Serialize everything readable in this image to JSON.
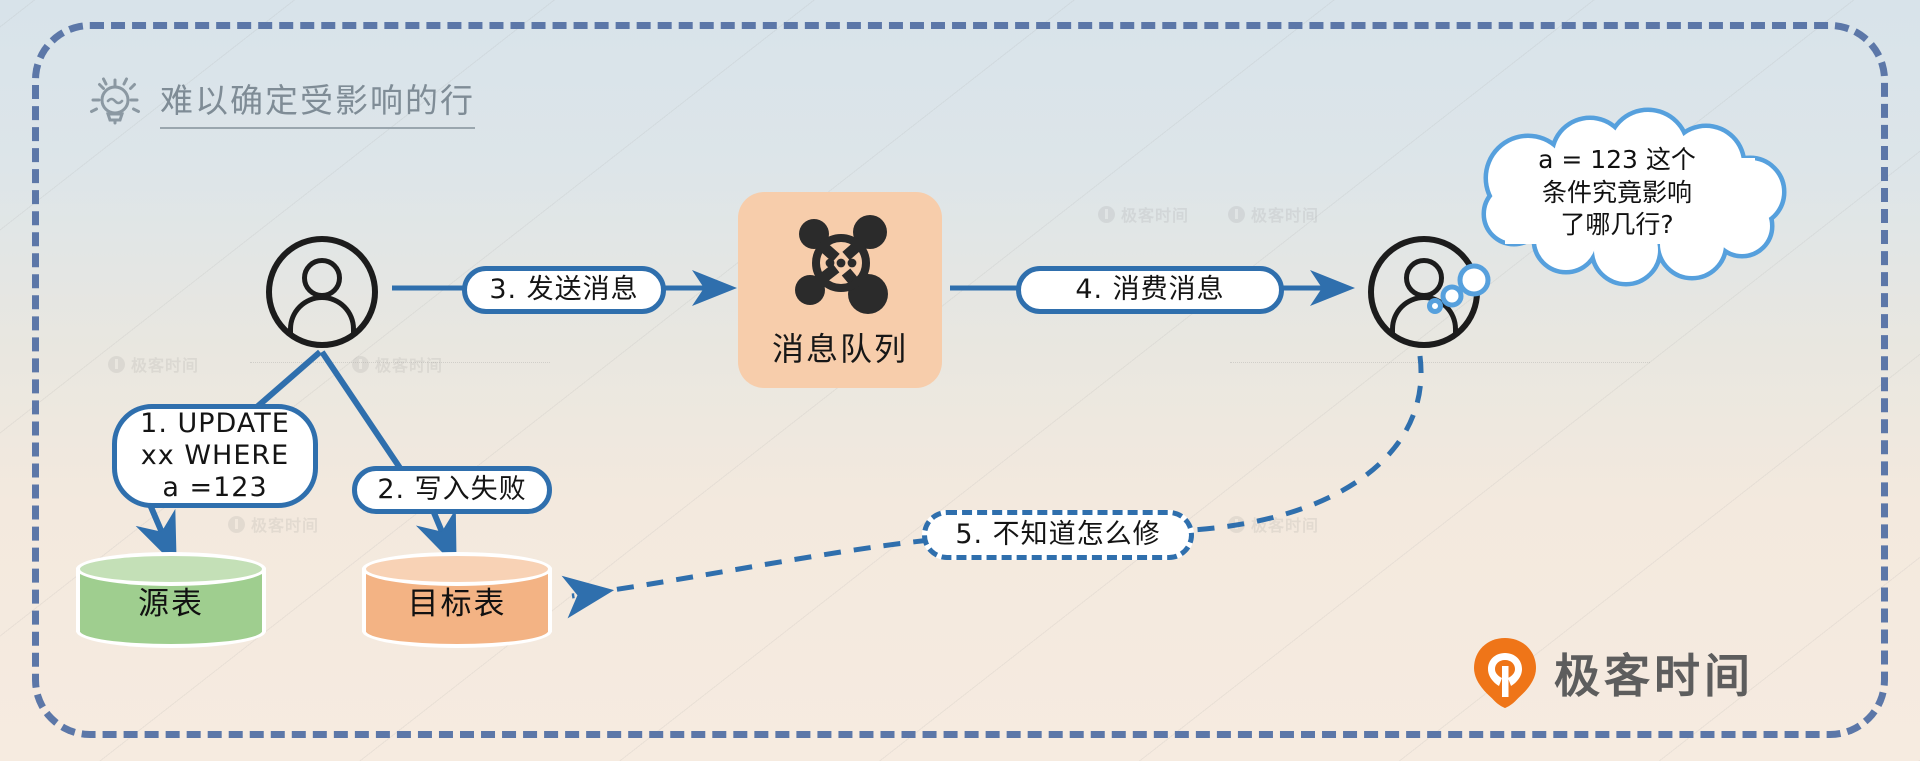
{
  "page": {
    "heading": "难以确定受影响的行",
    "heading_icon": "lightbulb-icon"
  },
  "colors": {
    "frame_dash": "#5c77a8",
    "connector_blue": "#2f6fad",
    "pill_border": "#2f6fad",
    "mq_card_bg": "#f7cdab",
    "source_table_green": "#9fce8f",
    "target_table_orange": "#f3b384",
    "thought_bubble_border": "#56a0dd",
    "heading_gray": "#7f8c96",
    "brand_orange": "#ef7518",
    "brand_gray": "#5d5d5d"
  },
  "actors": {
    "producer": {
      "icon": "user-avatar-icon"
    },
    "consumer": {
      "icon": "user-avatar-icon"
    }
  },
  "message_queue": {
    "label": "消息队列",
    "icon": "message-queue-node-icon"
  },
  "steps": [
    {
      "id": "step1",
      "label": "1. UPDATE\nxx WHERE\na =123"
    },
    {
      "id": "step2",
      "label": "2. 写入失败"
    },
    {
      "id": "step3",
      "label": "3. 发送消息"
    },
    {
      "id": "step4",
      "label": "4. 消费消息"
    },
    {
      "id": "step5",
      "label": "5. 不知道怎么修"
    }
  ],
  "tables": [
    {
      "id": "source",
      "label": "源表"
    },
    {
      "id": "target",
      "label": "目标表"
    }
  ],
  "thought_bubble": {
    "text": "a = 123 这个\n条件究竟影响\n了哪几行?"
  },
  "brand": {
    "name": "极客时间",
    "icon": "geektime-pin-logo"
  },
  "watermark": {
    "text": "极客时间"
  }
}
